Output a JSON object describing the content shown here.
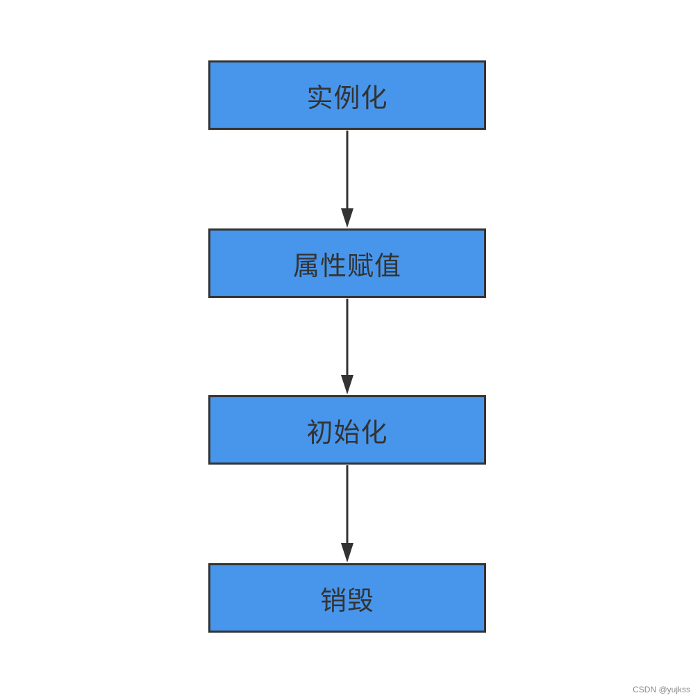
{
  "diagram": {
    "nodes": [
      {
        "label": "实例化"
      },
      {
        "label": "属性赋值"
      },
      {
        "label": "初始化"
      },
      {
        "label": "销毁"
      }
    ],
    "edges": [
      {
        "from": 0,
        "to": 1
      },
      {
        "from": 1,
        "to": 2
      },
      {
        "from": 2,
        "to": 3
      }
    ],
    "colors": {
      "node_fill": "#4896EB",
      "stroke": "#333333",
      "text": "#333333"
    }
  },
  "watermark": "CSDN @yujkss"
}
